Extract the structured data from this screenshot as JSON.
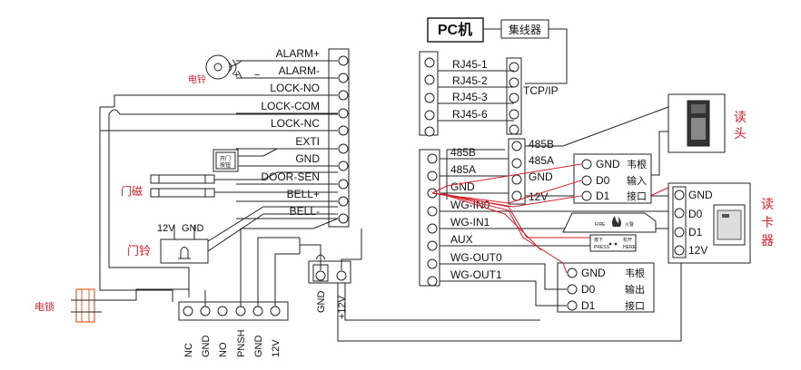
{
  "pc_hub": {
    "pc": "PC机",
    "hub": "集线器",
    "tcpip": "TCP/IP"
  },
  "rj45": [
    "RJ45-1",
    "RJ45-2",
    "RJ45-3",
    "RJ45-6"
  ],
  "left_terms": [
    "ALARM+",
    "ALARM-",
    "LOCK-NO",
    "LOCK-COM",
    "LOCK-NC",
    "EXTI",
    "GND",
    "DOOR-SEN",
    "BELL+",
    "BELL-"
  ],
  "alarm_polarity": {
    "plus": "+",
    "minus": "−"
  },
  "devices": {
    "bell": "电铃",
    "button_line1": "开门",
    "button_line2": "按钮",
    "magnet": "门磁",
    "doorbell": "门铃",
    "doorbell_12v": "12V",
    "doorbell_gnd": "GND",
    "lock": "电锁"
  },
  "bottom_terms": [
    "NC",
    "GND",
    "NO",
    "PNSH",
    "GND",
    "12V"
  ],
  "psu_terms": {
    "gnd": "GND",
    "v12": "+12V"
  },
  "mid_terms": [
    "485B",
    "485A",
    "GND",
    "WG-IN0",
    "WG-IN1",
    "AUX",
    "WG-OUT0",
    "WG-OUT1"
  ],
  "mid_right_terms": [
    "485B",
    "485A",
    "GND",
    "12V"
  ],
  "wiegand_in": {
    "gnd": "GND",
    "d0": "D0",
    "d1": "D1",
    "n1": "韦根",
    "n2": "输入",
    "n3": "接口"
  },
  "wiegand_out": {
    "gnd": "GND",
    "d0": "D0",
    "d1": "D1",
    "n1": "韦根",
    "n2": "输出",
    "n3": "接口"
  },
  "reader_head": {
    "label_1": "读",
    "label_2": "头"
  },
  "card_reader": {
    "terms": [
      "GND",
      "D0",
      "D1",
      "12V"
    ],
    "label_1": "读",
    "label_2": "卡",
    "label_3": "器"
  },
  "fire_alarm": {
    "left": "FIRE",
    "right": "火警"
  },
  "exit_button": {
    "tl": "按下",
    "tr": "松开",
    "bl": "PRESS",
    "br": "HERE"
  }
}
